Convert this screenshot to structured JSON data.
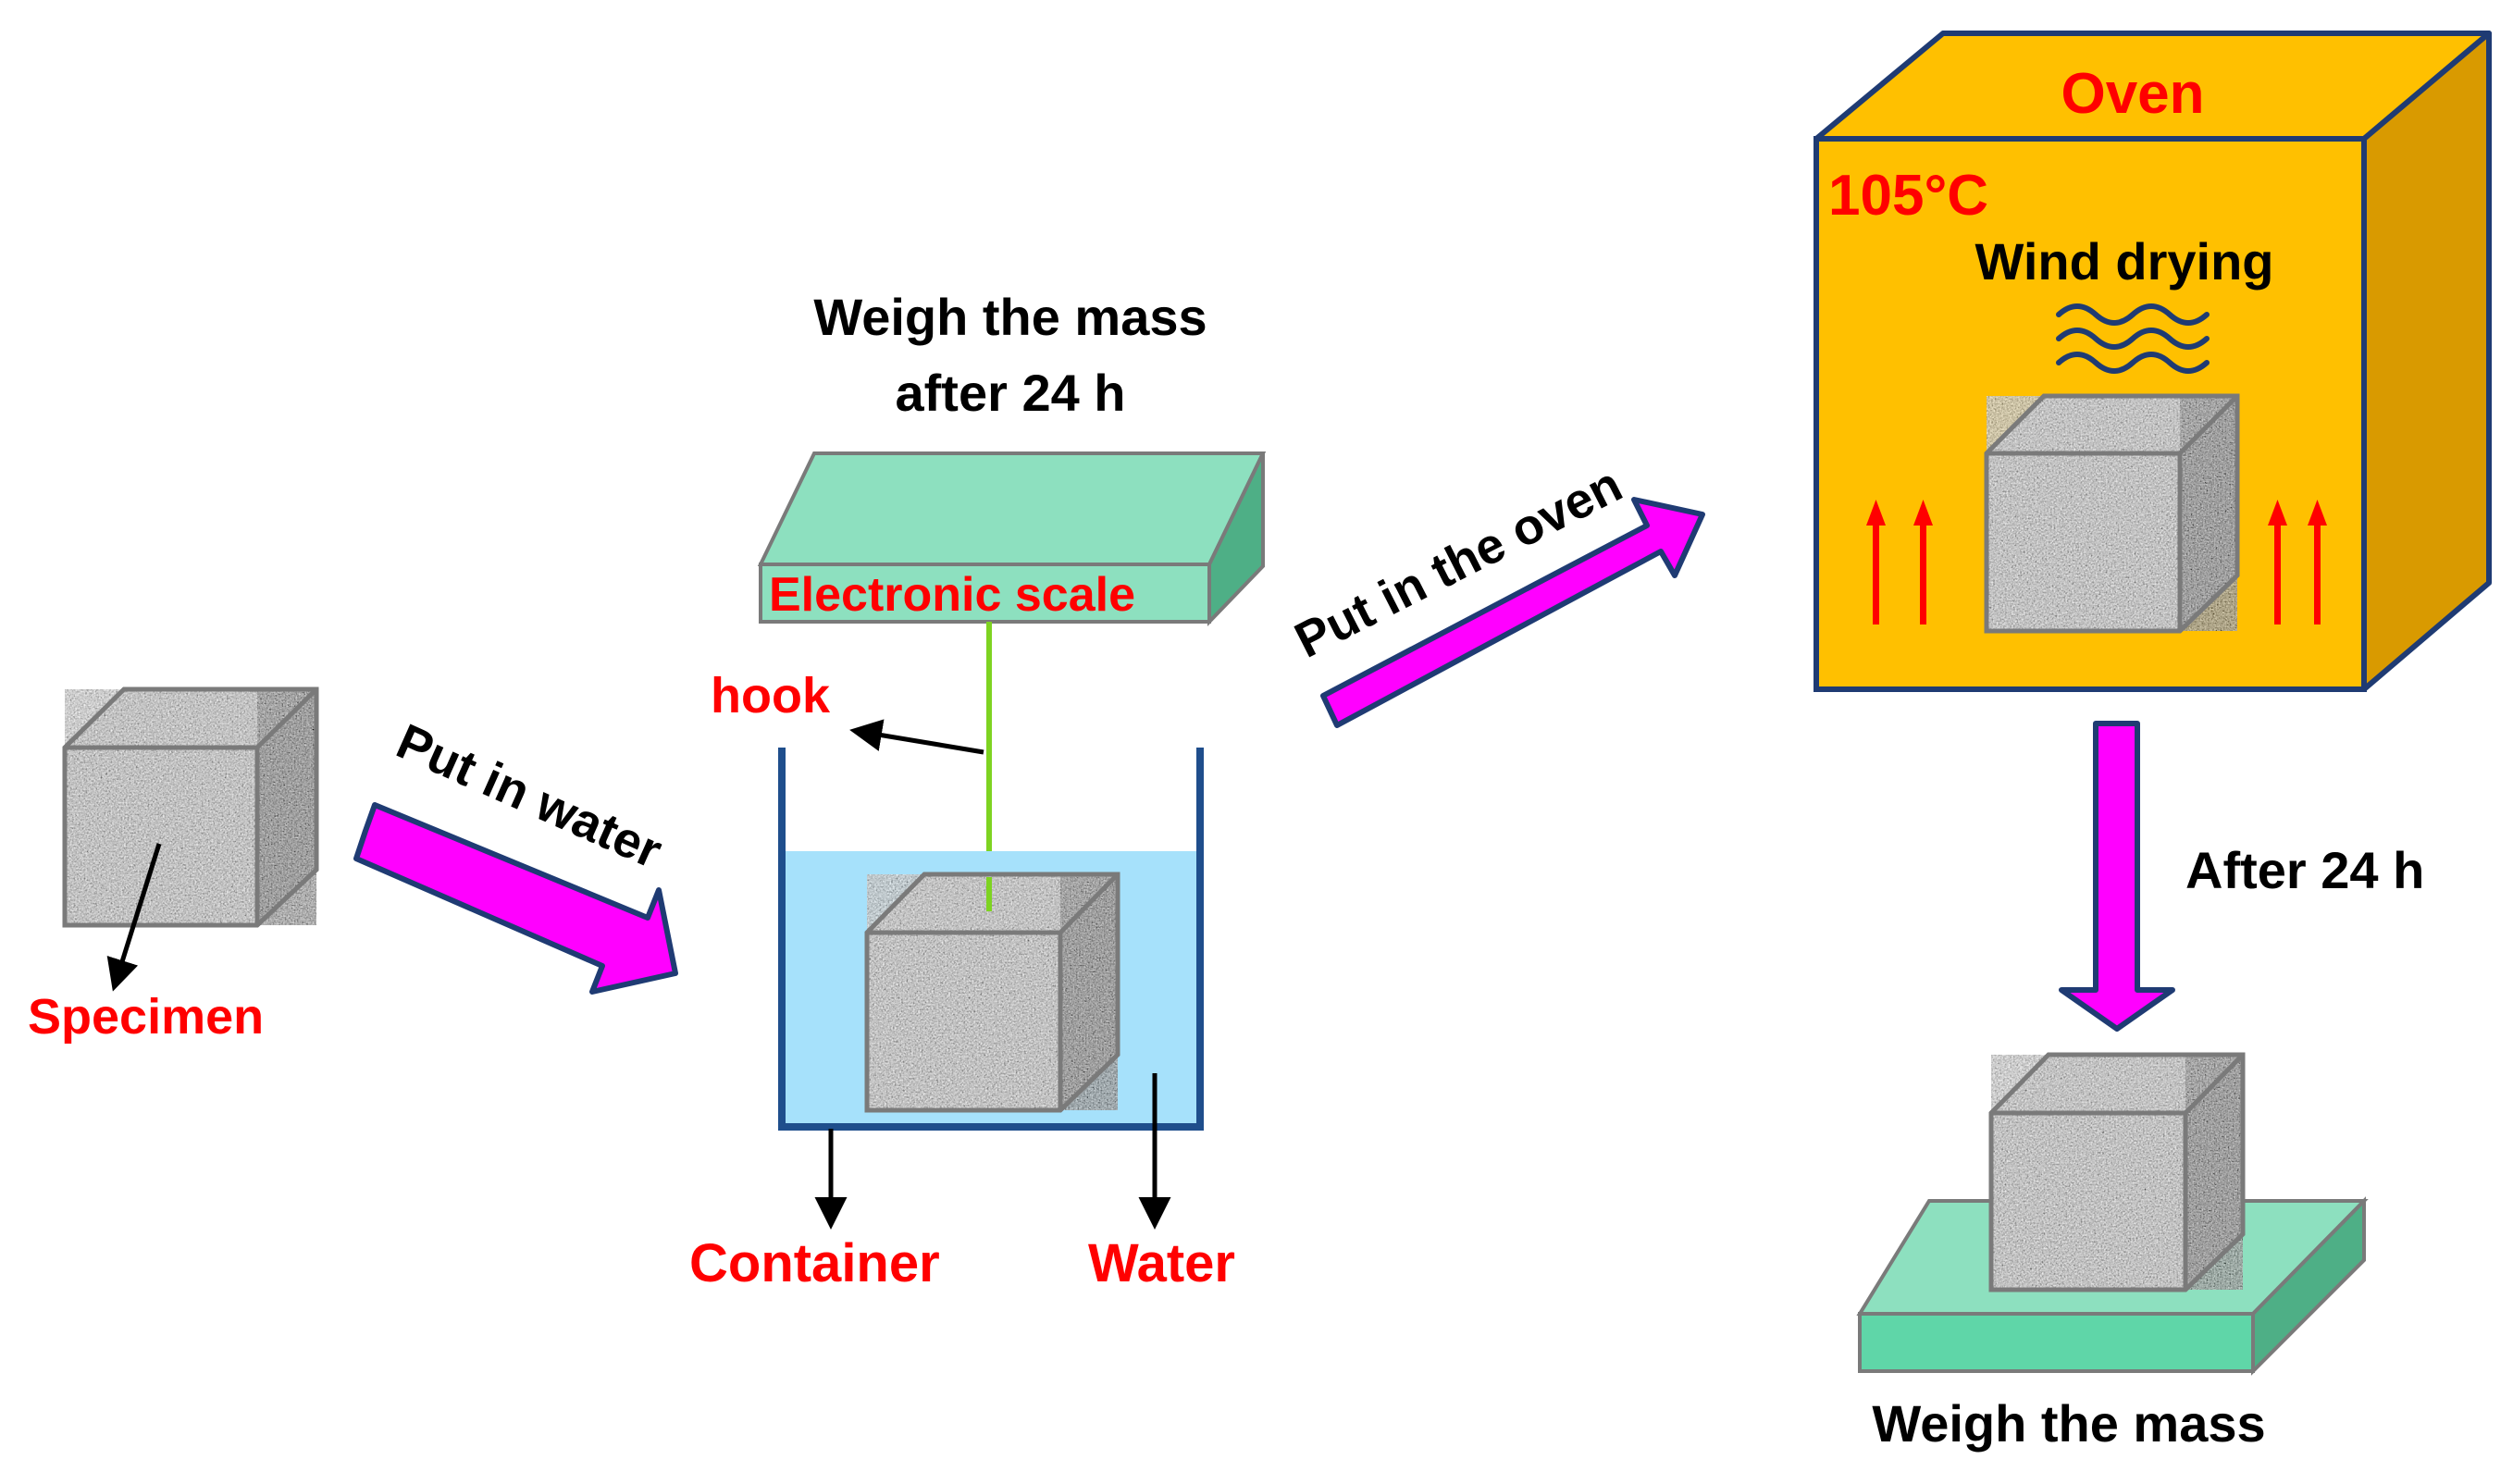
{
  "labels": {
    "specimen": "Specimen",
    "put_in_water": "Put  in water",
    "weigh_after_24h_line1": "Weigh the mass",
    "weigh_after_24h_line2": "after 24 h",
    "electronic_scale": "Electronic scale",
    "hook": "hook",
    "container": "Container",
    "water": "Water",
    "put_in_oven": "Put in the oven",
    "oven": "Oven",
    "temperature": "105°C",
    "wind_drying": "Wind drying",
    "after_24h": "After 24 h",
    "weigh_the_mass": "Weigh the mass"
  },
  "colors": {
    "arrow_fill": "#ff00ff",
    "arrow_outline": "#1a3a7a",
    "label_red": "#ff0000",
    "label_black": "#000000",
    "scale_green": "#8de0bf",
    "scale_green_dark": "#4eaf86",
    "water_blue": "#a6e1fb",
    "container_blue": "#1f4e8c",
    "hook_line": "#7ed321",
    "oven_front": "#ffc000",
    "oven_side": "#d99a00",
    "oven_outline": "#1f3b73",
    "specimen_gray": "#9a9a9a",
    "specimen_edge": "#777777"
  },
  "icons": {
    "specimen": "granite-cube-icon",
    "heat": "red-up-arrow-icon",
    "wind": "wind-wave-icon"
  }
}
